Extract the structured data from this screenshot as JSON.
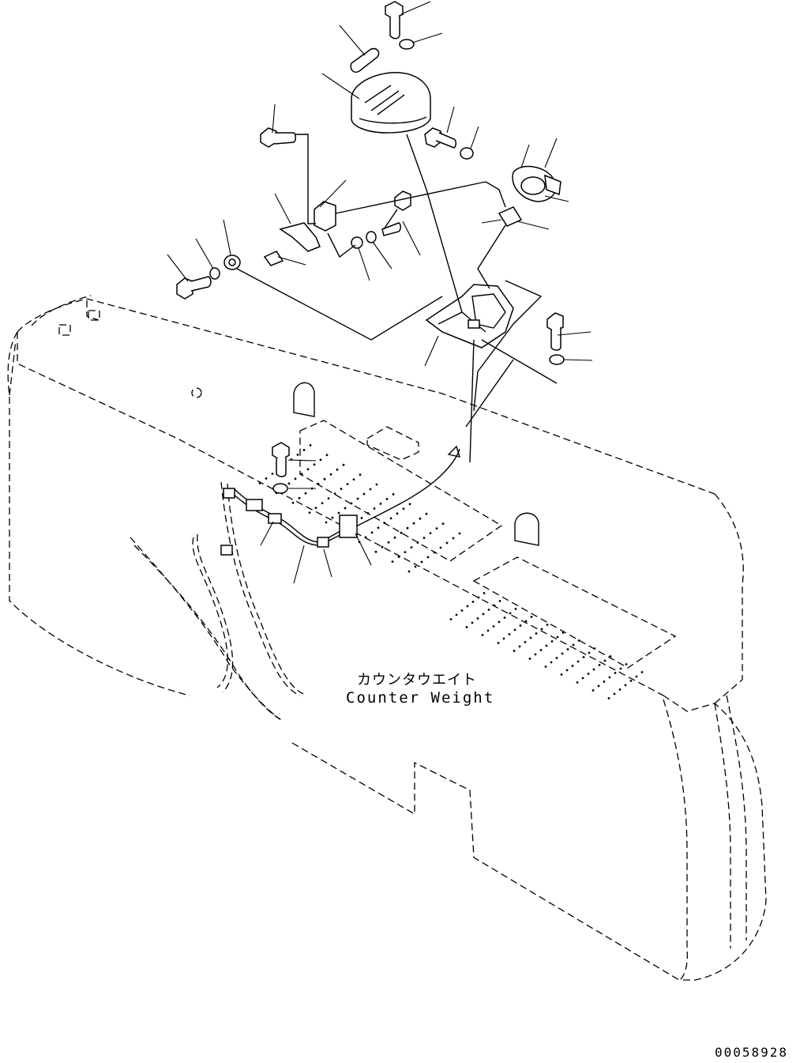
{
  "diagram": {
    "component_label_jp": "カウンタウエイト",
    "component_label_en": "Counter Weight",
    "drawing_number": "00058928"
  }
}
